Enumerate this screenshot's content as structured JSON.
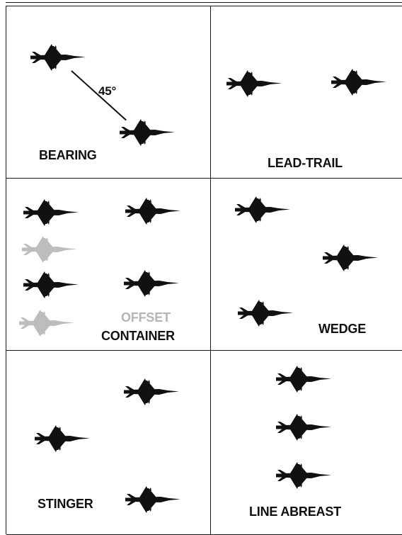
{
  "formations": {
    "bearing": {
      "label": "BEARING",
      "angle_label": "45°"
    },
    "lead_trail": {
      "label": "LEAD-TRAIL"
    },
    "offset_container": {
      "offset_label": "OFFSET",
      "container_label": "CONTAINER"
    },
    "wedge": {
      "label": "WEDGE"
    },
    "stinger": {
      "label": "STINGER"
    },
    "line_abreast": {
      "label": "LINE ABREAST"
    }
  },
  "colors": {
    "aircraft": "#111111",
    "aircraft_offset": "#bdbdbd",
    "text": "#111111",
    "text_offset": "#b5b5b5",
    "lines": "#1a1a1a"
  },
  "icons": {
    "aircraft": "fighter-jet-icon"
  }
}
